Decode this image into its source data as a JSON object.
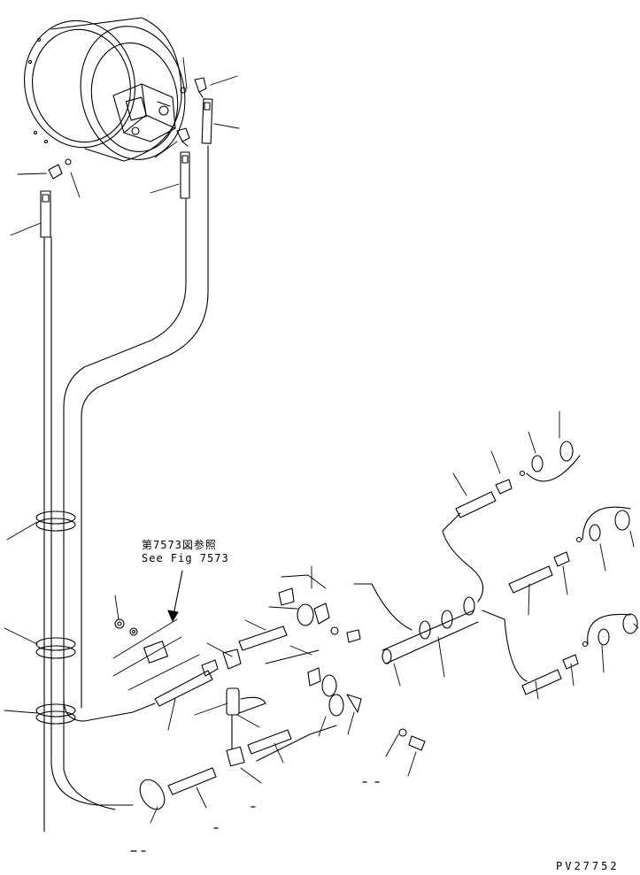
{
  "reference_note": {
    "japanese": "第7573図参照",
    "english": "See Fig 7573"
  },
  "drawing_code": "PV27752",
  "colors": {
    "line": "#000000",
    "background": "#ffffff"
  }
}
